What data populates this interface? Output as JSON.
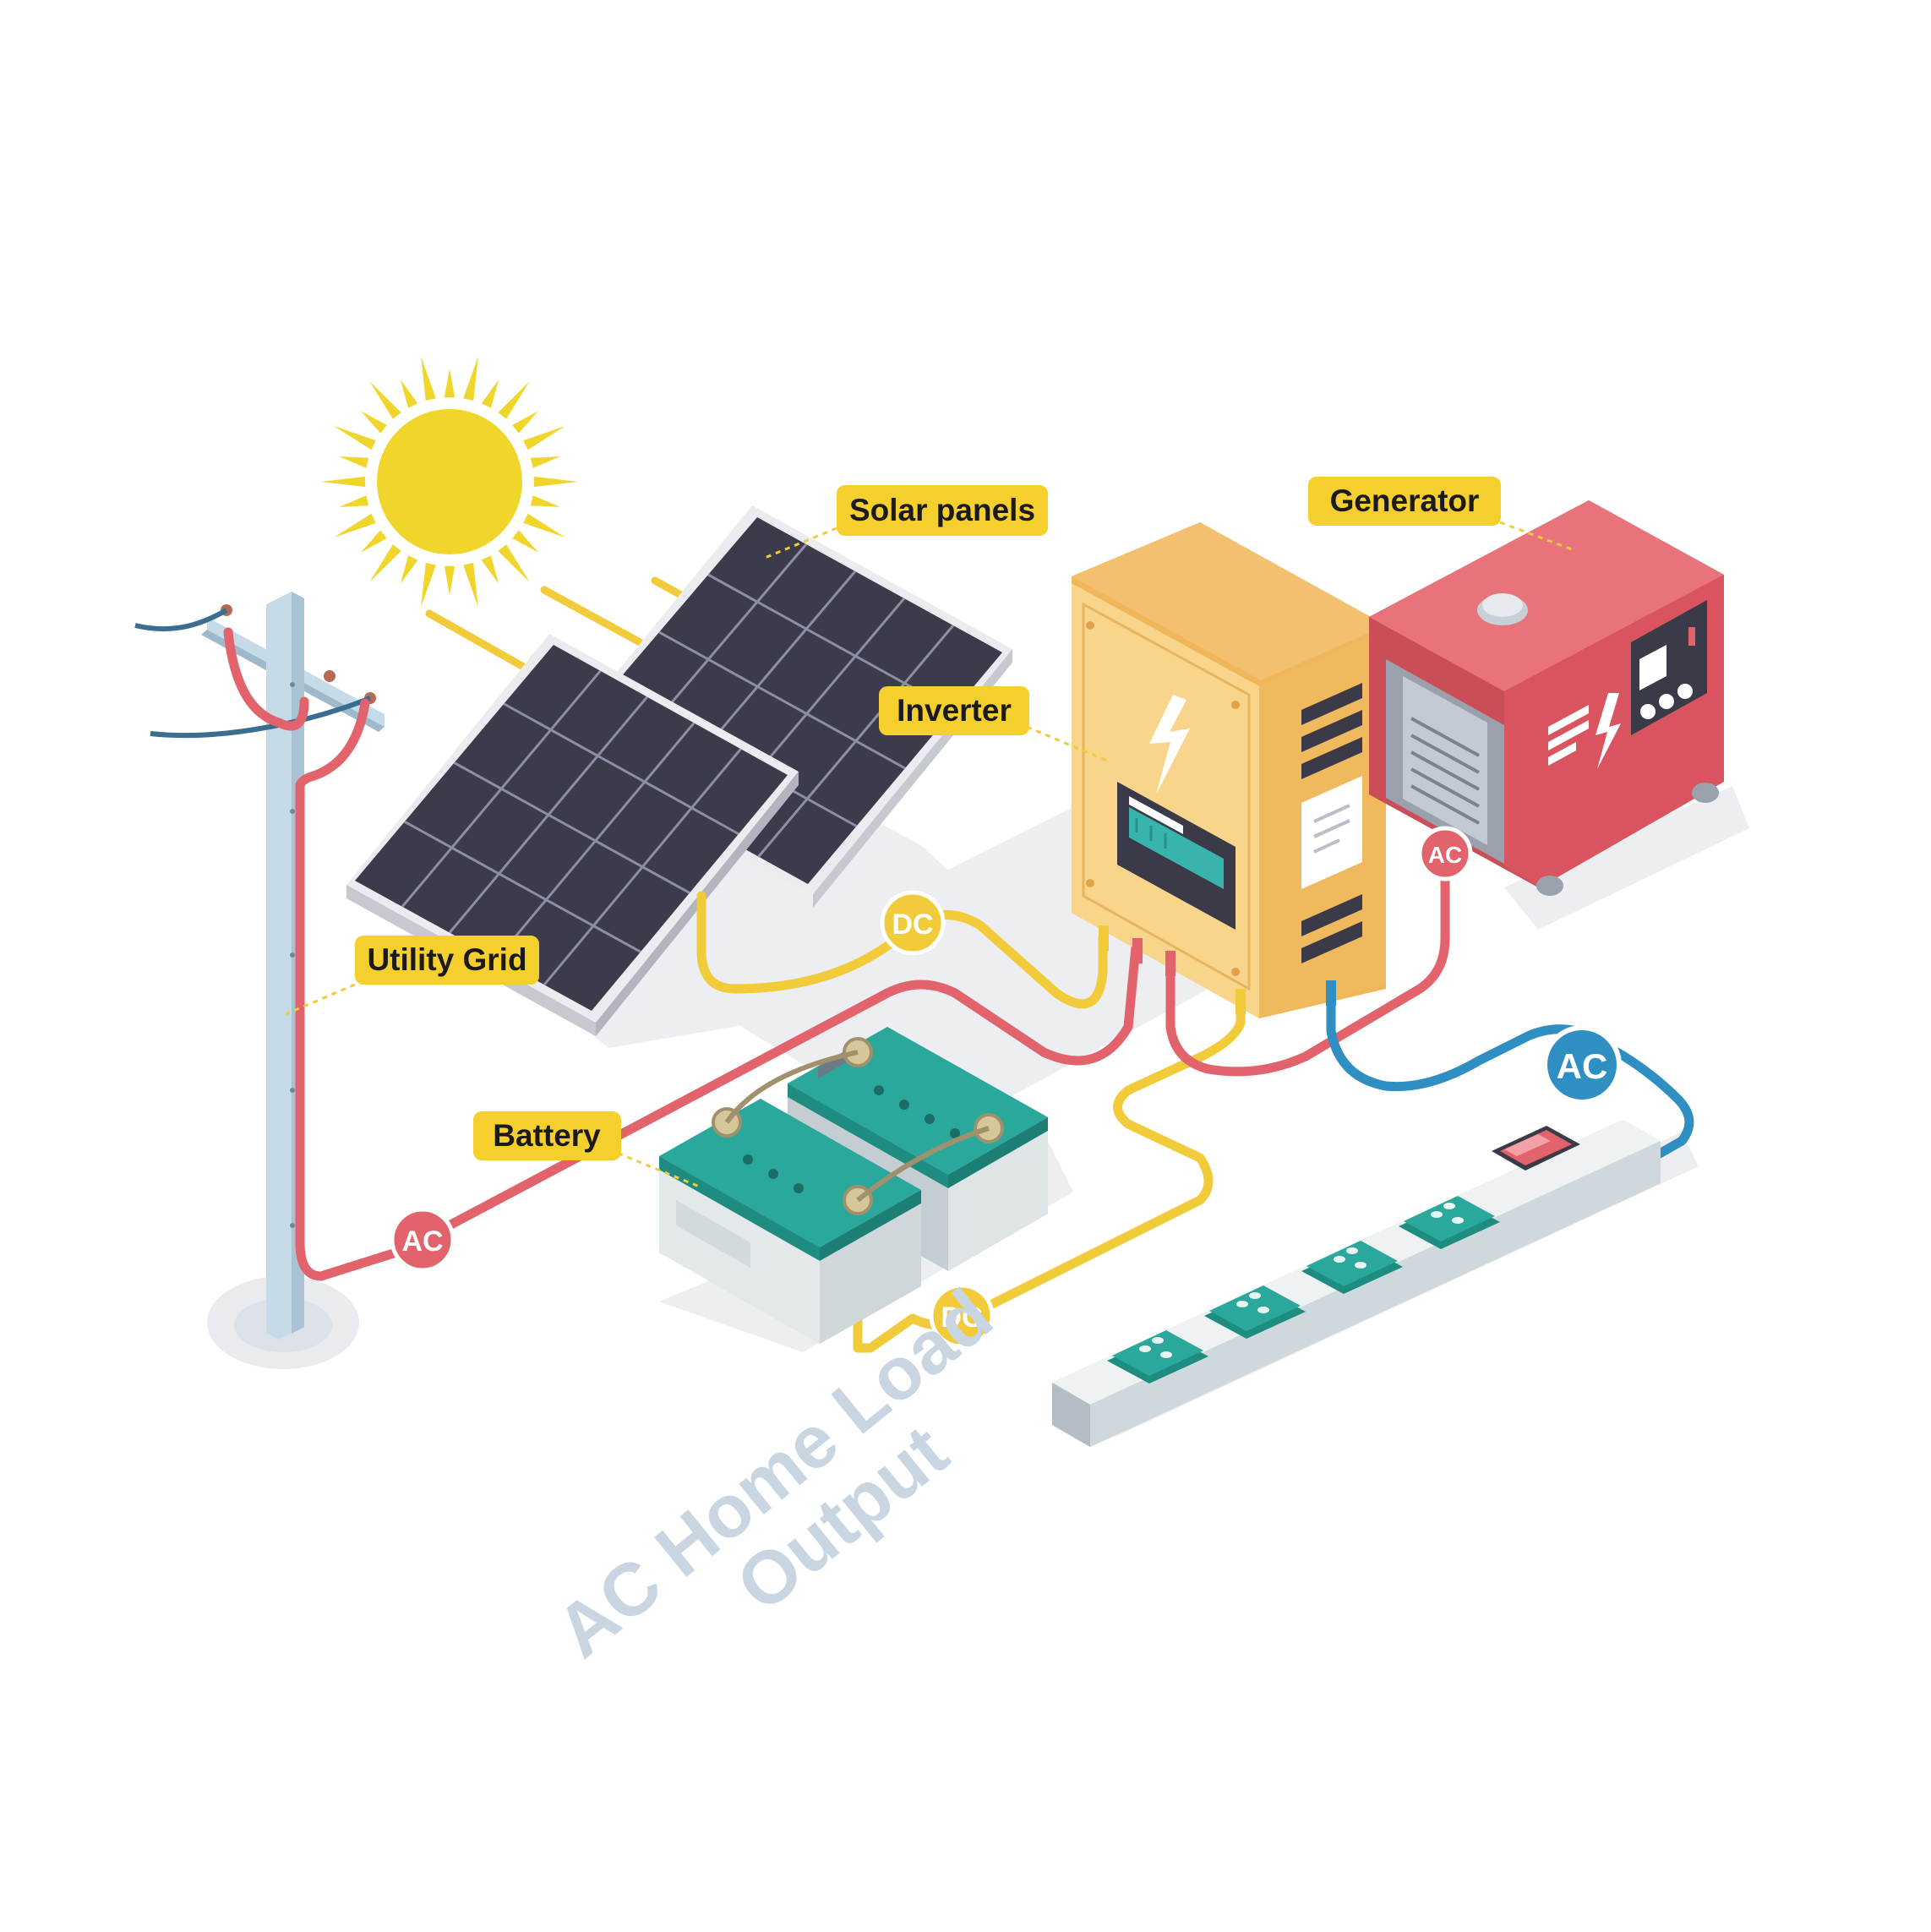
{
  "callouts": {
    "solar_panels": "Solar panels",
    "generator": "Generator",
    "inverter": "Inverter",
    "utility_grid": "Utility Grid",
    "battery": "Battery"
  },
  "tags": {
    "dc_panel": "DC",
    "dc_battery": "DC",
    "ac_grid": "AC",
    "ac_generator": "AC",
    "ac_output": "AC"
  },
  "output_label": {
    "line1": "AC Home Load",
    "line2": "Output"
  },
  "colors": {
    "dc_wire": "#f2cb3a",
    "ac_wire": "#e2636b",
    "output_wire": "#2f8ec2",
    "callout_bg": "#f5cf2e",
    "sun": "#f0d52a",
    "panel": "#3d3d4f",
    "inverter": "#f9cd7c",
    "generator": "#e0606a",
    "battery_lid": "#2aa89b",
    "pole": "#c6dbe8",
    "power_strip": "#dfe6e8"
  },
  "icons": {
    "sun": "sun-icon",
    "lightning": "lightning-bolt-icon",
    "outlet": "power-outlet-icon",
    "switch": "power-switch-icon"
  }
}
